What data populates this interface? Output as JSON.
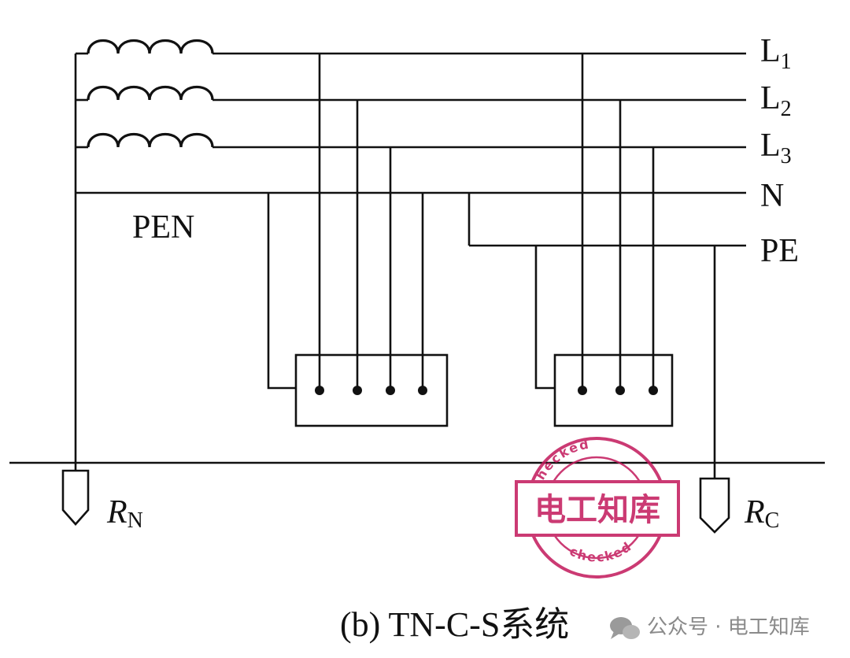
{
  "diagram": {
    "lines": {
      "L1": {
        "base": "L",
        "sub": "1"
      },
      "L2": {
        "base": "L",
        "sub": "2"
      },
      "L3": {
        "base": "L",
        "sub": "3"
      },
      "N": "N",
      "PE": "PE"
    },
    "pen_label": "PEN",
    "ground_left": {
      "base": "R",
      "sub": "N"
    },
    "ground_right": {
      "base": "R",
      "sub": "C"
    },
    "caption": "(b) TN-C-S系统"
  },
  "stamp": {
    "text": "电工知库",
    "ring_text": "checked",
    "color": "#c2185b"
  },
  "watermark": {
    "text": "公众号 · 电工知库"
  }
}
